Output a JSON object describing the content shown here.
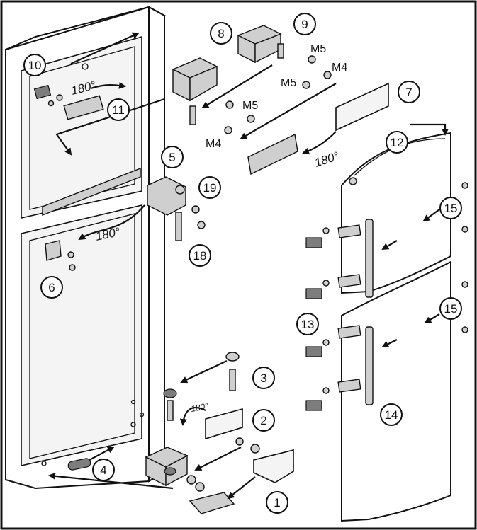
{
  "callouts": [
    "1",
    "2",
    "3",
    "4",
    "5",
    "6",
    "7",
    "8",
    "9",
    "10",
    "11",
    "12",
    "13",
    "14",
    "15",
    "15",
    "18",
    "19"
  ],
  "screw_labels": [
    "M5",
    "M4",
    "M5",
    "M5",
    "M4"
  ],
  "degree_labels": [
    "180°",
    "180°",
    "180°",
    "180°"
  ],
  "colors": {
    "stroke": "#111111",
    "part_fill": "#cfcfcf",
    "dark_fill": "#7d7d7d",
    "background": "#ffffff"
  }
}
